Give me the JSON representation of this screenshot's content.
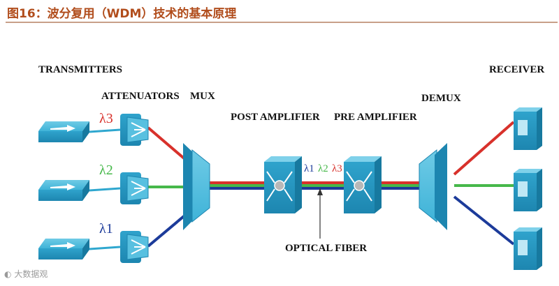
{
  "caption": "图16：波分复用（WDM）技术的基本原理",
  "labels": {
    "transmitters": "TRANSMITTERS",
    "attenuators": "ATTENUATORS",
    "mux": "MUX",
    "post_amplifier": "POST AMPLIFIER",
    "pre_amplifier": "PRE AMPLIFIER",
    "demux": "DEMUX",
    "receiver": "RECEIVER",
    "optical_fiber": "OPTICAL FIBER"
  },
  "wavelengths": {
    "l3": "λ3",
    "l2": "λ2",
    "l1": "λ1",
    "fiber_l1": "λ1",
    "fiber_l2": "λ2",
    "fiber_l3": "λ3"
  },
  "colors": {
    "red": "#d8312b",
    "green": "#46b84a",
    "blue": "#1c3b9a",
    "device": "#2fa7cf",
    "caption": "#b14d1c"
  },
  "watermark": "大数据观"
}
